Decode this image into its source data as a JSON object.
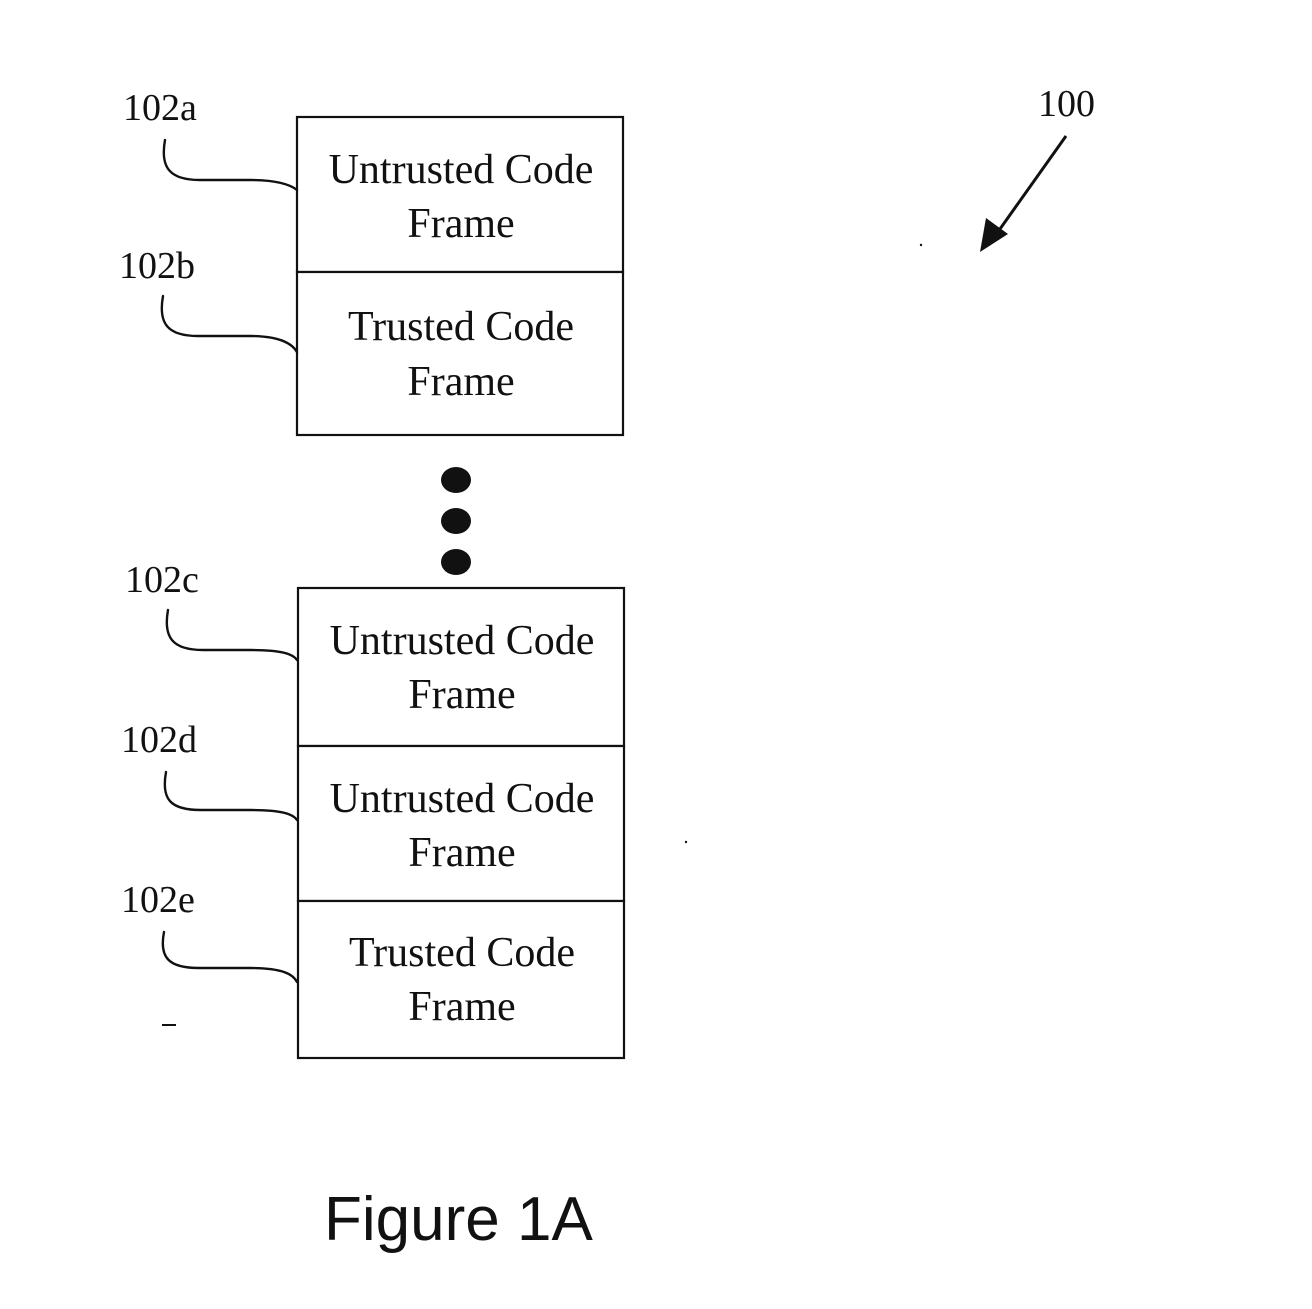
{
  "diagram_number": "100",
  "stack_top": [
    {
      "ref": "102a",
      "line1": "Untrusted Code",
      "line2": "Frame"
    },
    {
      "ref": "102b",
      "line1": "Trusted Code",
      "line2": "Frame"
    }
  ],
  "stack_bottom": [
    {
      "ref": "102c",
      "line1": "Untrusted Code",
      "line2": "Frame"
    },
    {
      "ref": "102d",
      "line1": "Untrusted Code",
      "line2": "Frame"
    },
    {
      "ref": "102e",
      "line1": "Trusted Code",
      "line2": "Frame"
    }
  ],
  "caption": "Figure 1A"
}
